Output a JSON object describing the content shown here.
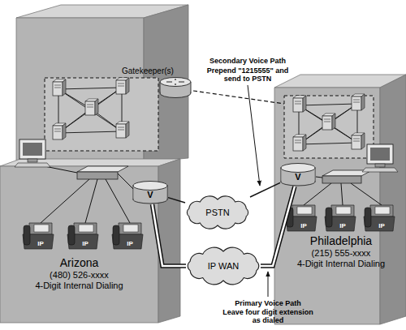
{
  "diagram": {
    "nodes": [
      {
        "text": [
          "Gatekeeper(s)"
        ]
      },
      {
        "text": [
          "Arizona",
          "(480) 526-xxxx",
          "4-Digit Internal Dialing"
        ]
      },
      {
        "text": [
          "V"
        ]
      },
      {
        "text": [
          "V"
        ]
      },
      {
        "text": [
          "PSTN"
        ]
      },
      {
        "text": [
          "IP WAN"
        ]
      },
      {
        "text": [
          "Philadelphia",
          "(215) 555-xxxx",
          "4-Digit Internal Dialing"
        ]
      }
    ],
    "edges": [
      {
        "from": 2,
        "to": 4,
        "arrow": "none"
      },
      {
        "from": 4,
        "to": 3,
        "arrow": "none"
      },
      {
        "from": 2,
        "to": 5,
        "arrow": "none"
      },
      {
        "from": 5,
        "to": 3,
        "arrow": "none"
      }
    ],
    "labels": [
      "Secondary Voice Path",
      "Prepend \"1215555\" and send to PSTN",
      "IP",
      "IP",
      "IP",
      "IP",
      "IP",
      "IP",
      "Primary Voice Path",
      "Leave four digit extension as dialed"
    ]
  }
}
